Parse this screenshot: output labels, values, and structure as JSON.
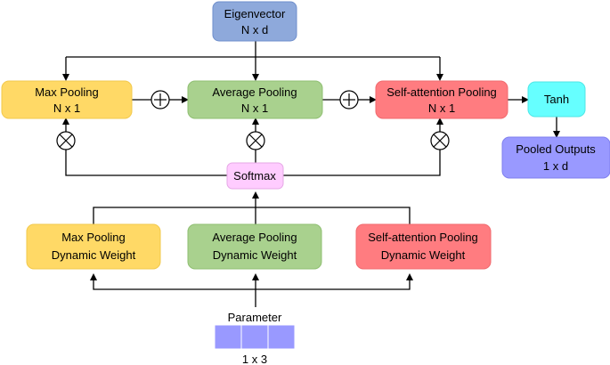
{
  "colors": {
    "eigen_fill": "#8EA9DB",
    "eigen_stroke": "#6F8FCC",
    "max_fill": "#FFD966",
    "max_stroke": "#F2C94C",
    "avg_fill": "#A9D18E",
    "avg_stroke": "#8FBF72",
    "self_fill": "#FF7C80",
    "self_stroke": "#F06A6E",
    "tanh_fill": "#66FFFF",
    "tanh_stroke": "#4FE6E6",
    "pooled_fill": "#9999FF",
    "pooled_stroke": "#8080EE",
    "softmax_fill": "#FFCCFF",
    "softmax_stroke": "#E6A8E6",
    "param_fill": "#9999FF",
    "param_stroke": "#ffffff"
  },
  "nodes": {
    "eigenvector": {
      "line1": "Eigenvector",
      "line2": "N x d"
    },
    "max_pooling": {
      "line1": "Max Pooling",
      "line2": "N x 1"
    },
    "average_pooling": {
      "line1": "Average Pooling",
      "line2": "N x 1"
    },
    "self_attention_pooling": {
      "line1": "Self-attention Pooling",
      "line2": "N x 1"
    },
    "tanh": {
      "label": "Tanh"
    },
    "pooled_outputs": {
      "line1": "Pooled Outputs",
      "line2": "1 x d"
    },
    "softmax": {
      "label": "Softmax"
    },
    "max_weight": {
      "line1": "Max Pooling",
      "line2": "Dynamic Weight"
    },
    "avg_weight": {
      "line1": "Average Pooling",
      "line2": "Dynamic Weight"
    },
    "self_weight": {
      "line1": "Self-attention Pooling",
      "line2": "Dynamic Weight"
    },
    "parameter": {
      "label": "Parameter",
      "dims": "1 x 3"
    }
  },
  "operators": {
    "add": "plus",
    "multiply": "times"
  }
}
